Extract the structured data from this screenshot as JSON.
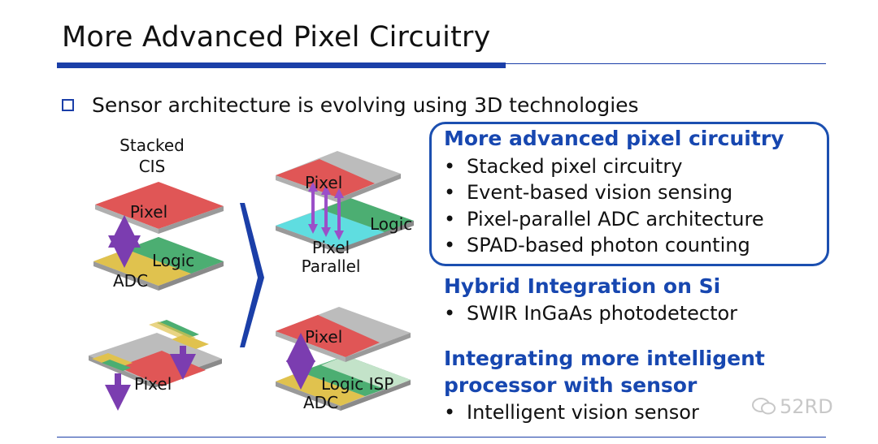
{
  "slide": {
    "title": "More Advanced Pixel Circuitry",
    "bullet": "Sensor architecture is evolving using 3D technologies"
  },
  "diagram": {
    "stacked_label_1": "Stacked",
    "stacked_label_2": "CIS",
    "d1_pixel": "Pixel",
    "d1_logic": "Logic",
    "d1_adc": "ADC",
    "d2_pixel": "Pixel",
    "d2_logic": "Logic",
    "d2_pp_1": "Pixel",
    "d2_pp_2": "Parallel",
    "d3_pixel": "Pixel",
    "d4_pixel": "Pixel",
    "d4_logic_isp": "Logic ISP",
    "d4_adc": "ADC"
  },
  "panel": {
    "heading1": "More advanced pixel circuitry",
    "items1": [
      "Stacked pixel circuitry",
      "Event-based vision sensing",
      "Pixel-parallel ADC architecture",
      "SPAD-based photon counting"
    ],
    "heading2": "Hybrid Integration on Si",
    "items2": [
      "SWIR InGaAs photodetector"
    ],
    "heading3a": "Integrating more intelligent",
    "heading3b": "processor with sensor",
    "items3": [
      "Intelligent vision sensor"
    ]
  },
  "watermark": "52RD",
  "colors": {
    "accent": "#1b3fa8",
    "heading": "#1747b0",
    "pixel": "#e05656",
    "logic": "#4cae72",
    "adc": "#e0c24e",
    "parallel": "#5fdde0",
    "arrow": "#7b3db0"
  }
}
